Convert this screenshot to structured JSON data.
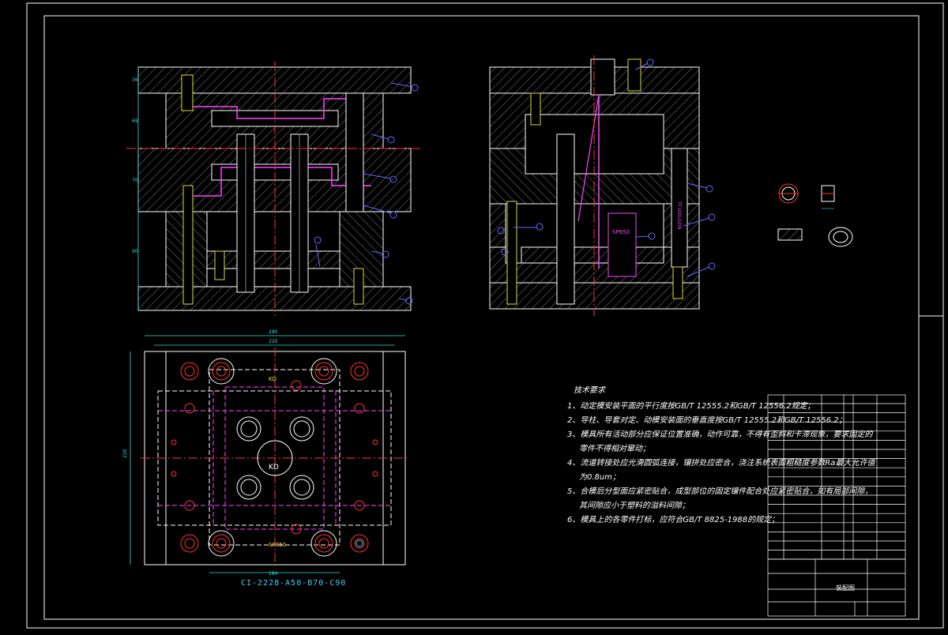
{
  "drawing": {
    "model_code": "CI-2228-A50-B70-C90",
    "notes_title": "技术要求",
    "notes": [
      "1、动定模安装平面的平行度按GB/T 12555.2和GB/T 12556.2规定；",
      "2、导柱、导套对定、动模安装面的垂直度按GB/T 12555.2和GB/T 12556.2；",
      "3、模具所有活动部分应保证位置准确，动作可靠，不得有歪斜和卡滞现象，要求固定的",
      "零件不得相对窜动；",
      "4、流道转接处应光滑圆弧连接，镶拼处应密合，浇注系统表面粗糙度参数Ra最大允许值",
      "为0.8um；",
      "5、合模后分型面应紧密贴合，成型部位的固定镶件配合处应紧密贴合，如有局部间隙，",
      "其间隙应小于塑料的溢料间隙；",
      "6、模具上的各零件打标，应符合GB/T 8825-1988的规定；"
    ],
    "title_block_name": "装配图",
    "cavity_marks": [
      "KD",
      "SP850",
      "KD"
    ],
    "insert_label": "SP850",
    "rod_label": "TF100LGDN"
  },
  "colors": {
    "background": "#000000",
    "outline": "#ffffff",
    "centerline": "#ff3333",
    "dimension": "#33dddd",
    "balloon": "#6666ff",
    "screw": "#dddd33",
    "magenta": "#ff44ff",
    "green": "#33dd33",
    "hatch": "#bbbbbb"
  }
}
